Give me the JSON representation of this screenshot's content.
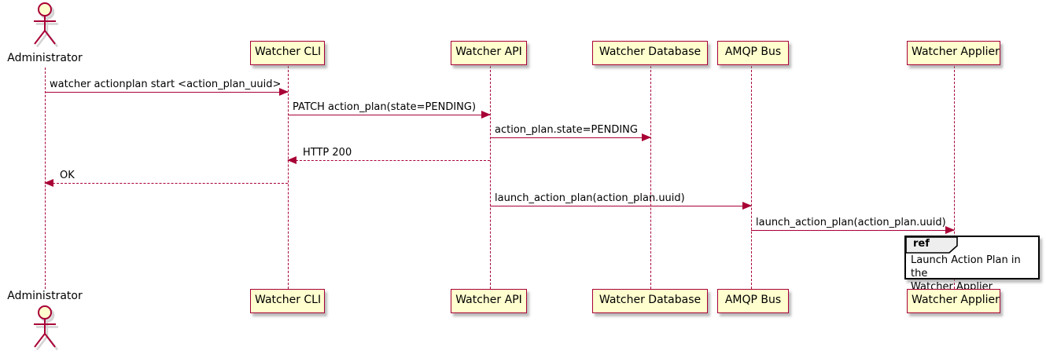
{
  "diagram": {
    "type": "sequence",
    "title": ""
  },
  "actor": {
    "name": "Administrator"
  },
  "participants": [
    {
      "label": "Watcher CLI"
    },
    {
      "label": "Watcher API"
    },
    {
      "label": "Watcher Database"
    },
    {
      "label": "AMQP Bus"
    },
    {
      "label": "Watcher Applier"
    }
  ],
  "messages": [
    {
      "from": "Administrator",
      "to": "Watcher CLI",
      "style": "solid",
      "label": "watcher actionplan start <action_plan_uuid>"
    },
    {
      "from": "Watcher CLI",
      "to": "Watcher API",
      "style": "solid",
      "label": "PATCH action_plan(state=PENDING)"
    },
    {
      "from": "Watcher API",
      "to": "Watcher Database",
      "style": "solid",
      "label": "action_plan.state=PENDING"
    },
    {
      "from": "Watcher API",
      "to": "Watcher CLI",
      "style": "dashed",
      "label": "HTTP 200"
    },
    {
      "from": "Watcher CLI",
      "to": "Administrator",
      "style": "dashed",
      "label": "OK"
    },
    {
      "from": "Watcher API",
      "to": "AMQP Bus",
      "style": "solid",
      "label": "launch_action_plan(action_plan.uuid)"
    },
    {
      "from": "AMQP Bus",
      "to": "Watcher Applier",
      "style": "solid",
      "label": "launch_action_plan(action_plan.uuid)"
    }
  ],
  "ref": {
    "keyword": "ref",
    "text": "Launch Action Plan in the\nWatcher Applier"
  },
  "colors": {
    "participant_fill": "#FEFECE",
    "participant_border": "#A80036",
    "arrow": "#A80036",
    "lifeline": "#A80036",
    "ref_border": "#000000",
    "ref_header_fill": "#EEEEEE",
    "background": "#FFFFFF",
    "text": "#000000"
  }
}
